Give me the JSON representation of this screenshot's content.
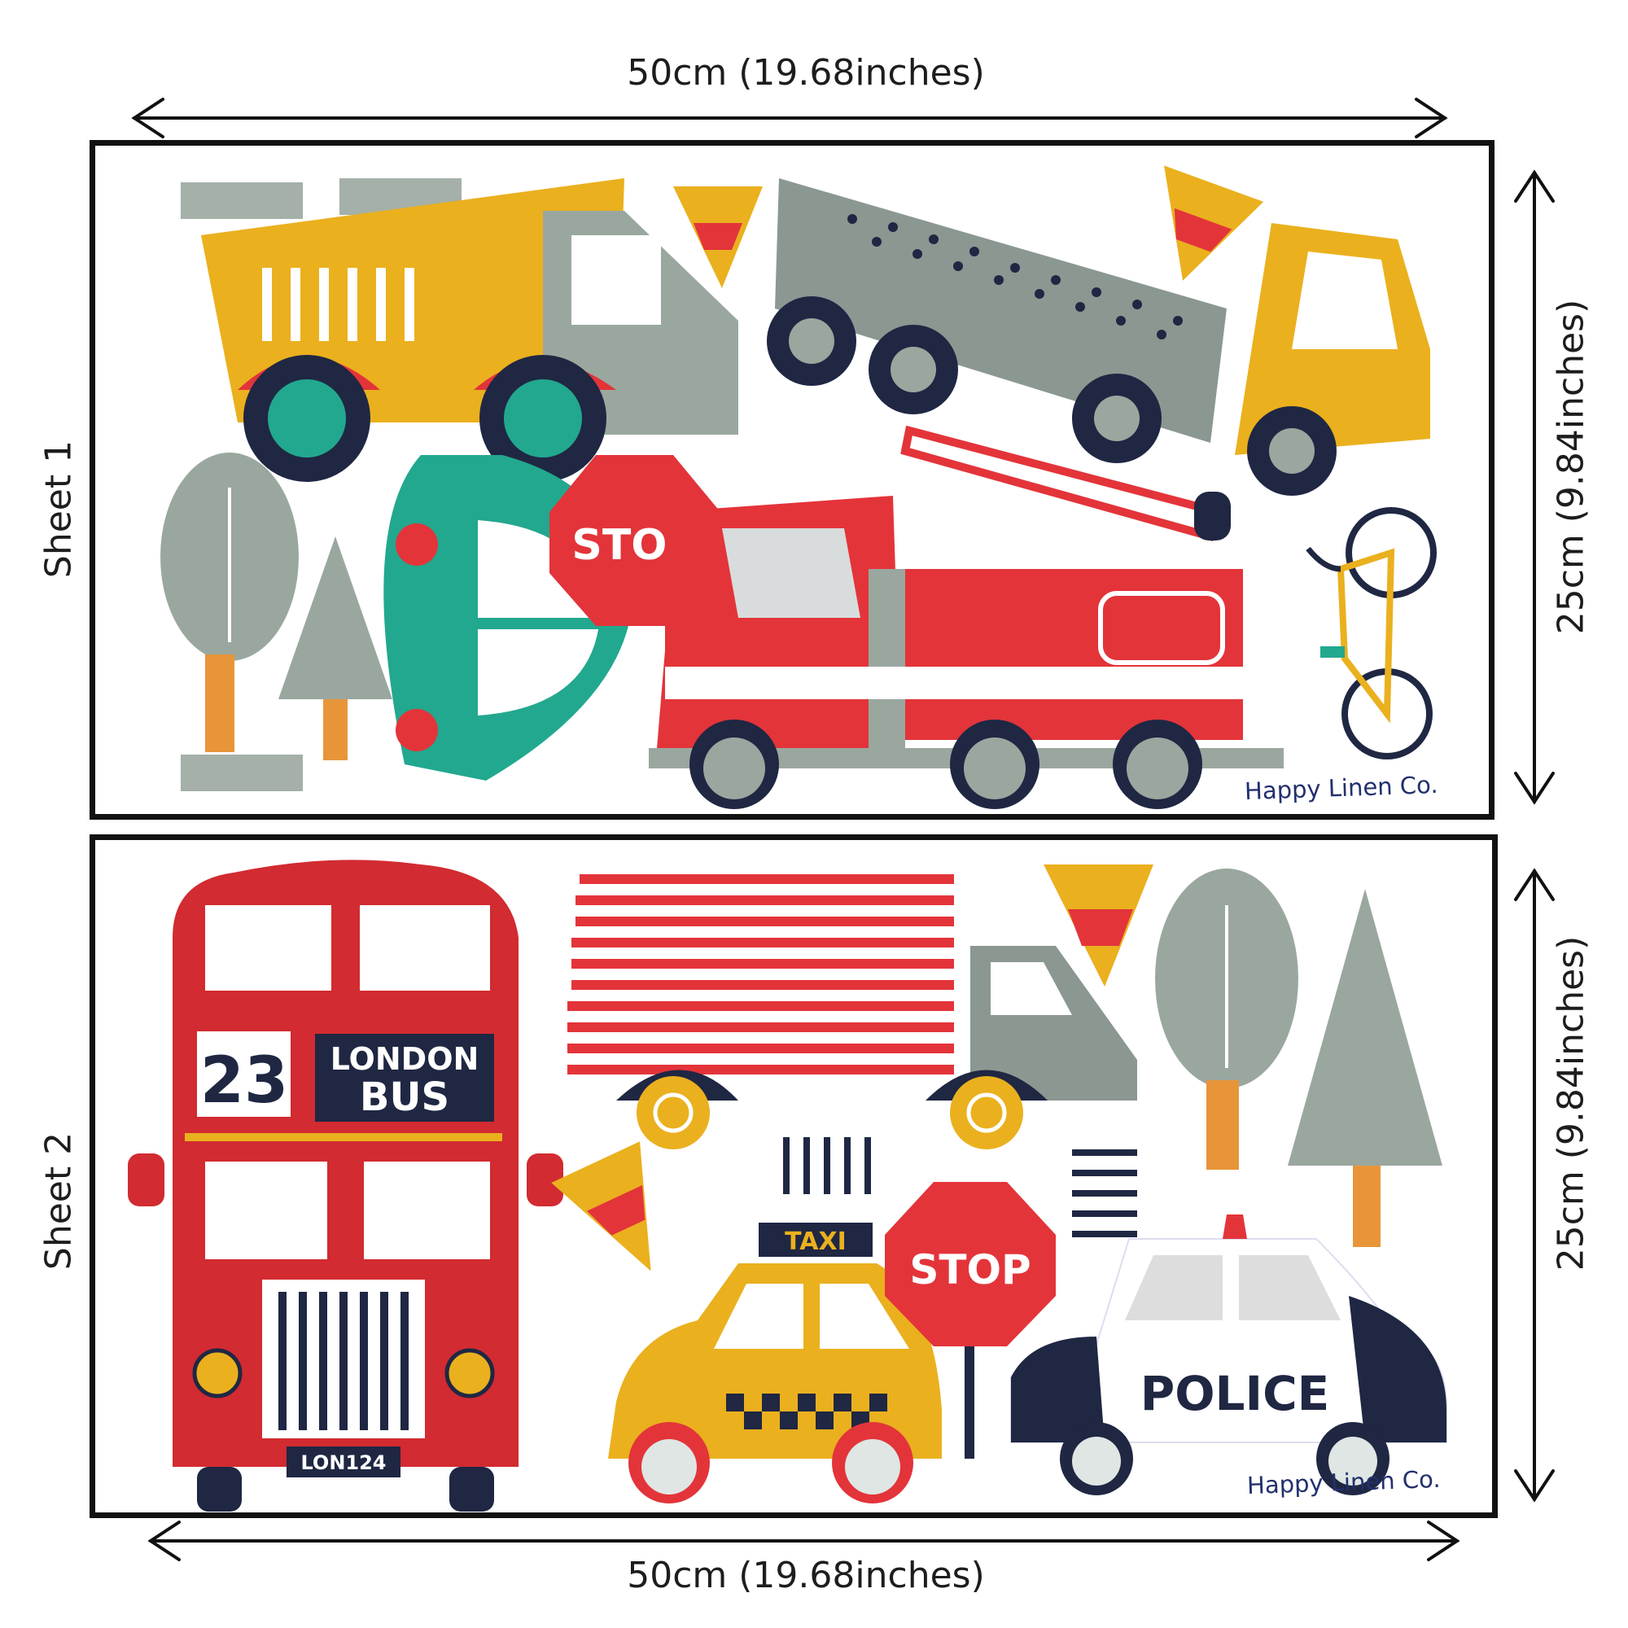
{
  "dimensions": {
    "top_width": "50cm (19.68inches)",
    "bottom_width": "50cm (19.68inches)",
    "sheet1_height": "25cm (9.84inches)",
    "sheet2_height": "25cm (9.84inches)"
  },
  "sheets": [
    {
      "label": "Sheet 1",
      "brand": "Happy Linen Co.",
      "stop_sign": "STOP"
    },
    {
      "label": "Sheet 2",
      "brand": "Happy Linen Co.",
      "stop_sign": "STOP",
      "bus": {
        "route": "23",
        "line1": "LONDON",
        "line2": "BUS",
        "plate": "LON124"
      },
      "taxi_sign": "TAXI",
      "police_label": "POLICE"
    }
  ],
  "colors": {
    "red": "#e3343a",
    "yellow": "#eab01e",
    "teal": "#22a88e",
    "grey": "#9aa79f",
    "dark_grey": "#7d8a83",
    "navy": "#1f2743",
    "orange": "#e8953a",
    "outline": "#111111"
  }
}
